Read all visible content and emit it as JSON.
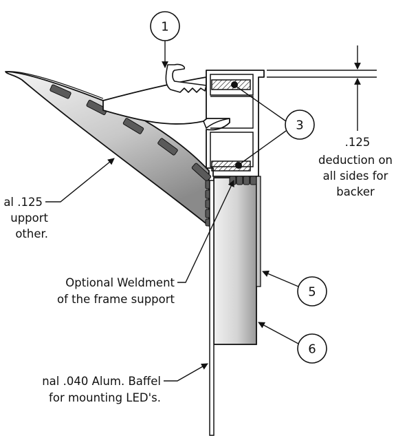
{
  "callouts": {
    "c1": "1",
    "c3": "3",
    "c5": "5",
    "c6": "6"
  },
  "notes": {
    "dimension": {
      "value": ".125",
      "line1": "deduction on",
      "line2": "all sides for",
      "line3": "backer"
    },
    "support": {
      "line1": "al .125",
      "line2": "upport",
      "line3": "other."
    },
    "weldment": {
      "line1": "Optional Weldment",
      "line2": "of the frame support"
    },
    "baffle": {
      "line1": "nal .040 Alum. Baffel",
      "line2": "for mounting LED's."
    }
  },
  "colors": {
    "stroke": "#111111",
    "steel_light": "#f2f2f2",
    "steel_mid": "#c9c9c9",
    "steel_dark": "#8e8e8e",
    "weld": "#555555"
  }
}
